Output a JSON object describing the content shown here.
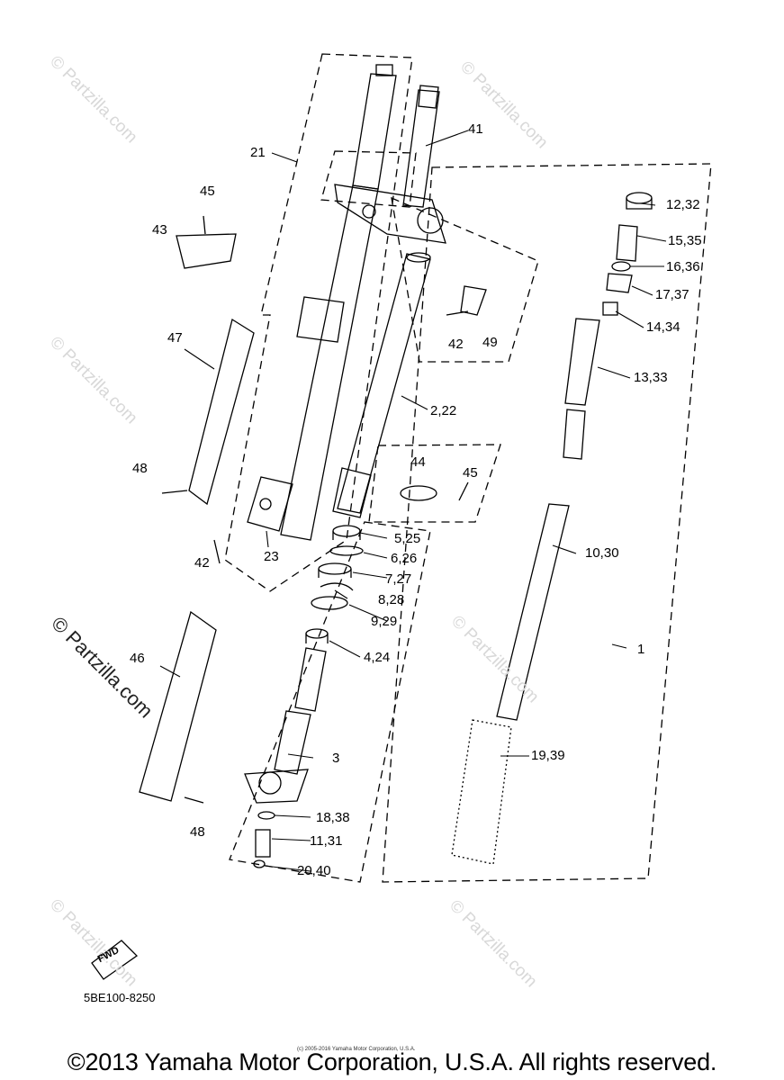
{
  "watermarks": [
    "© Partzilla.com",
    "© Partzilla.com"
  ],
  "parts": [
    {
      "id": "21",
      "text": "21"
    },
    {
      "id": "41",
      "text": "41"
    },
    {
      "id": "45a",
      "text": "45"
    },
    {
      "id": "43",
      "text": "43"
    },
    {
      "id": "12",
      "text": "12,32"
    },
    {
      "id": "15",
      "text": "15,35"
    },
    {
      "id": "16",
      "text": "16,36"
    },
    {
      "id": "17",
      "text": "17,37"
    },
    {
      "id": "14",
      "text": "14,34"
    },
    {
      "id": "42a",
      "text": "42"
    },
    {
      "id": "49",
      "text": "49"
    },
    {
      "id": "47",
      "text": "47"
    },
    {
      "id": "13",
      "text": "13,33"
    },
    {
      "id": "2",
      "text": "2,22"
    },
    {
      "id": "44",
      "text": "44"
    },
    {
      "id": "45b",
      "text": "45"
    },
    {
      "id": "48a",
      "text": "48"
    },
    {
      "id": "5",
      "text": "5,25"
    },
    {
      "id": "6",
      "text": "6,26"
    },
    {
      "id": "10",
      "text": "10,30"
    },
    {
      "id": "42b",
      "text": "42"
    },
    {
      "id": "23",
      "text": "23"
    },
    {
      "id": "7",
      "text": "7,27"
    },
    {
      "id": "8",
      "text": "8,28"
    },
    {
      "id": "9",
      "text": "9,29"
    },
    {
      "id": "1",
      "text": "1"
    },
    {
      "id": "46",
      "text": "46"
    },
    {
      "id": "4",
      "text": "4,24"
    },
    {
      "id": "3",
      "text": "3"
    },
    {
      "id": "19",
      "text": "19,39"
    },
    {
      "id": "48b",
      "text": "48"
    },
    {
      "id": "18",
      "text": "18,38"
    },
    {
      "id": "11",
      "text": "11,31"
    },
    {
      "id": "20",
      "text": "20,40"
    }
  ],
  "fwd_label": "FWD",
  "diagram_code": "5BE100-8250",
  "copyright_small": "(c) 2005-2016 Yamaha Motor Corporation, U.S.A.",
  "copyright": "©2013 Yamaha Motor Corporation, U.S.A. All rights reserved."
}
